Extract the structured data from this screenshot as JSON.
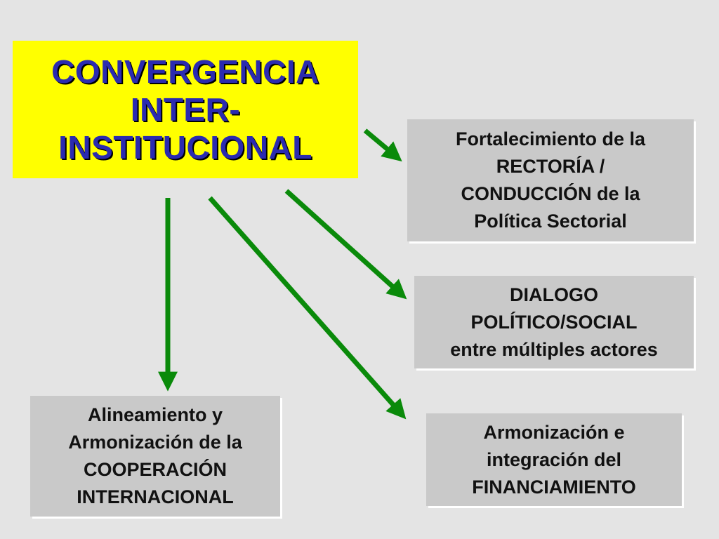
{
  "title": {
    "lines": [
      "CONVERGENCIA",
      "INTER-",
      "INSTITUCIONAL"
    ]
  },
  "boxes": {
    "rectoria": {
      "lines": [
        "Fortalecimiento de la",
        "RECTORÍA /",
        "CONDUCCIÓN de la",
        "Política Sectorial"
      ]
    },
    "dialogo": {
      "lines": [
        "DIALOGO",
        "POLÍTICO/SOCIAL",
        "entre múltiples actores"
      ]
    },
    "financiamiento": {
      "lines": [
        "Armonización e",
        "integración del",
        "FINANCIAMIENTO"
      ]
    },
    "cooperacion": {
      "lines": [
        "Alineamiento y",
        "Armonización de la",
        "COOPERACIÓN",
        "INTERNACIONAL"
      ]
    }
  },
  "colors": {
    "background": "#e4e4e4",
    "title_fill": "#ffff00",
    "title_text": "#2b2bb0",
    "box_fill": "#c9c9c9",
    "arrow": "#0a8a0a"
  },
  "connections": [
    {
      "from": "title",
      "to": "rectoria"
    },
    {
      "from": "title",
      "to": "dialogo"
    },
    {
      "from": "title",
      "to": "financiamiento"
    },
    {
      "from": "title",
      "to": "cooperacion"
    }
  ]
}
